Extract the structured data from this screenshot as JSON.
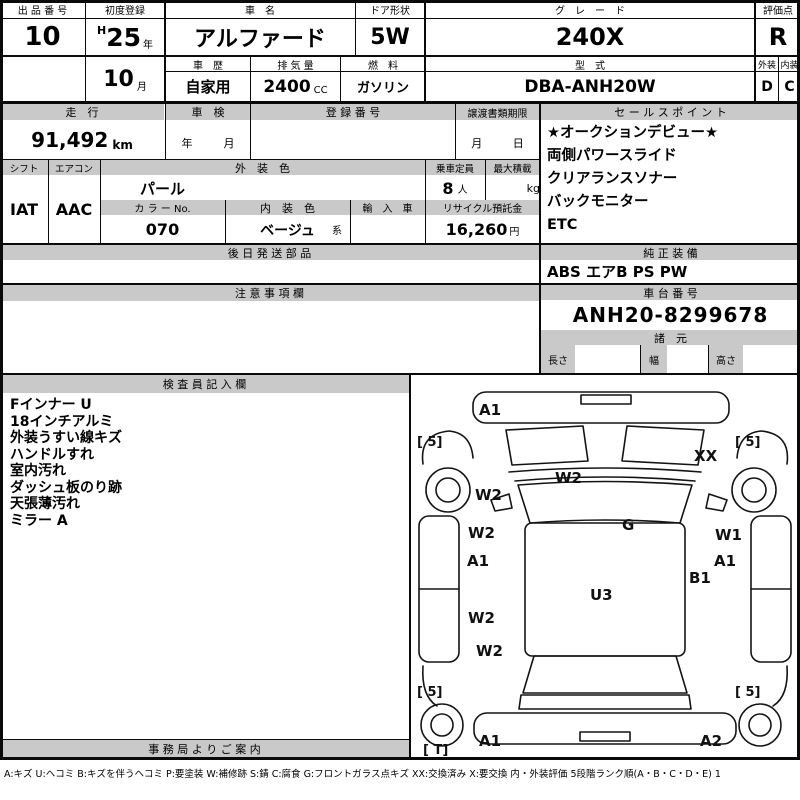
{
  "top": {
    "exhibit": {
      "label": "出 品 番 号",
      "value": "10"
    },
    "first_reg": {
      "label": "初度登録",
      "era": "H",
      "year": "25",
      "year_unit": "年",
      "month": "10",
      "month_unit": "月"
    },
    "car_name": {
      "label": "車　名",
      "value": "アルファード"
    },
    "door": {
      "label": "ドア形状",
      "value": "5W"
    },
    "grade": {
      "label": "グ　レ　ー　ド",
      "value": "240X"
    },
    "score": {
      "label": "評価点",
      "value": "R"
    },
    "history": {
      "label": "車　歴",
      "value": "自家用"
    },
    "displacement": {
      "label": "排 気 量",
      "value": "2400",
      "unit": "CC"
    },
    "fuel": {
      "label": "燃　料",
      "value": "ガソリン"
    },
    "model": {
      "label": "型　式",
      "value": "DBA-ANH20W"
    },
    "exterior": {
      "label": "外装",
      "value": "D"
    },
    "interior": {
      "label": "内装",
      "value": "C"
    }
  },
  "mid": {
    "mileage": {
      "label": "走　行",
      "value": "91,492",
      "unit": "km"
    },
    "shaken": {
      "label": "車　検",
      "year_unit": "年",
      "month_unit": "月"
    },
    "reg_no": {
      "label": "登 録 番 号"
    },
    "transfer": {
      "label": "譲渡書類期限",
      "month_unit": "月",
      "day_unit": "日"
    },
    "shift": {
      "label": "シフト",
      "value": "IAT"
    },
    "aircon": {
      "label": "エアコン",
      "value": "AAC"
    },
    "ext_color": {
      "label": "外　装　色",
      "value": "パール"
    },
    "capacity": {
      "label": "乗車定員",
      "value": "8",
      "unit": "人"
    },
    "max_load": {
      "label": "最大積載",
      "unit": "kg"
    },
    "color_no": {
      "label": "カ ラ ー No.",
      "value": "070"
    },
    "int_color": {
      "label": "内　装　色",
      "value": "ベージュ",
      "suffix": "系"
    },
    "import_car": {
      "label": "輸　入　車"
    },
    "recycle": {
      "label": "リサイクル預託金",
      "value": "16,260",
      "unit": "円"
    },
    "later_parts_label": "後 日 発 送 部 品",
    "caution_label": "注 意 事 項 欄"
  },
  "right": {
    "sales_label": "セ ー ル ス ポ イ ン ト",
    "sales_items": [
      "★オークションデビュー★",
      "両側パワースライド",
      "クリアランスソナー",
      "バックモニター",
      "ETC"
    ],
    "equipment_label": "純 正 装 備",
    "equipment_value": "ABS エアB PS PW",
    "chassis_label": "車 台 番 号",
    "chassis_value": "ANH20-8299678",
    "spec_label": "諸　元",
    "spec_length": "長さ",
    "spec_width": "幅",
    "spec_height": "高さ"
  },
  "inspector": {
    "label": "検 査 員 記 入 欄",
    "notes": [
      "Fインナー U",
      "18インチアルミ",
      "外装うすい線キズ",
      "ハンドルすれ",
      "室内汚れ",
      "ダッシュ板のり跡",
      "天張薄汚れ",
      "ミラー A"
    ],
    "office_label": "事 務 局 よ り ご 案 内"
  },
  "diagram": {
    "labels": [
      "A1",
      "[ 5]",
      "[ 5]",
      "XX",
      "W2",
      "W2",
      "W2",
      "G",
      "W1",
      "A1",
      "A1",
      "B1",
      "U3",
      "W2",
      "W2",
      "[ 5]",
      "[ 5]",
      "A1",
      "A2",
      "[ T]"
    ]
  },
  "legend": "A:キズ U:ヘコミ B:キズを伴うヘコミ P:要塗装 W:補修跡 S:錆 C:腐食 G:フロントガラス点キズ XX:交換済み X:要交換  内・外装評価 5段階ランク順(A・B・C・D・E) 1"
}
